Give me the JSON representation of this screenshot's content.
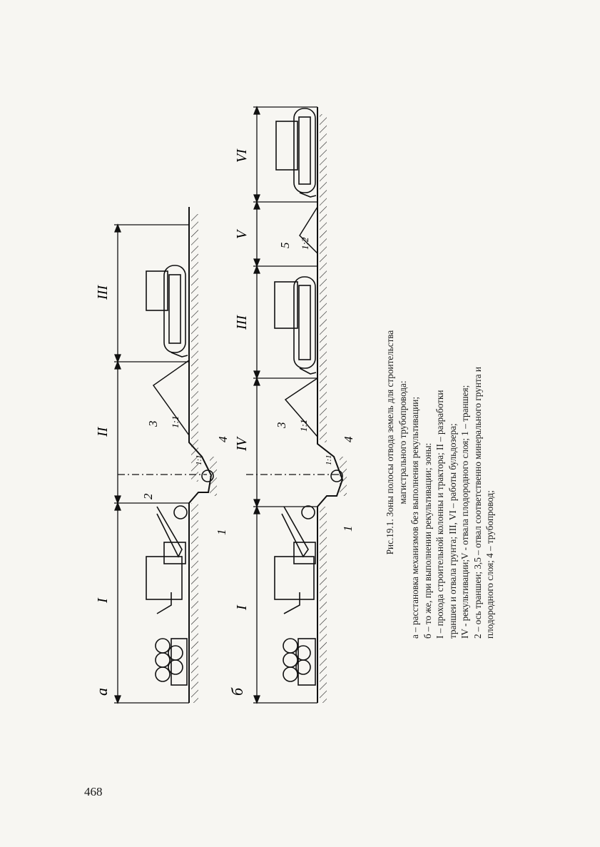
{
  "page": {
    "number": "468"
  },
  "figure": {
    "panel_a_label": "а",
    "panel_b_label": "б",
    "zones_a": [
      "I",
      "II",
      "III"
    ],
    "zones_b": [
      "I",
      "IV",
      "III",
      "V",
      "VI"
    ],
    "callouts": {
      "trench": "1",
      "trench_axis": "2",
      "mineral_dump": "3",
      "pipeline": "4",
      "topsoil_dump": "5"
    },
    "slopes": {
      "dump_mineral": "1:1",
      "trench_wall": "1:1",
      "dump_topsoil": "1:2"
    }
  },
  "caption": {
    "title_line1": "Рис.19.1. Зоны полосы отвода земель для строительства",
    "title_line2": "магистрального трубопровода:",
    "lines": [
      "а   – расстановка механизмов без выполнения рекультивации;",
      "б   – то же, при выполнении рекультивации; зоны:",
      "I – прохода строительной колонны и трактора; II – разработки",
      "траншеи и отвала грунта; III, VI – работы бульдозера;",
      "IV - рекультивации;V - отвала плодородного слоя; 1 – траншея;",
      "2 – ось траншеи; 3,5 – отвал соответственно минерального грунта и",
      "плодородного слоя; 4 – трубопровод;"
    ]
  }
}
